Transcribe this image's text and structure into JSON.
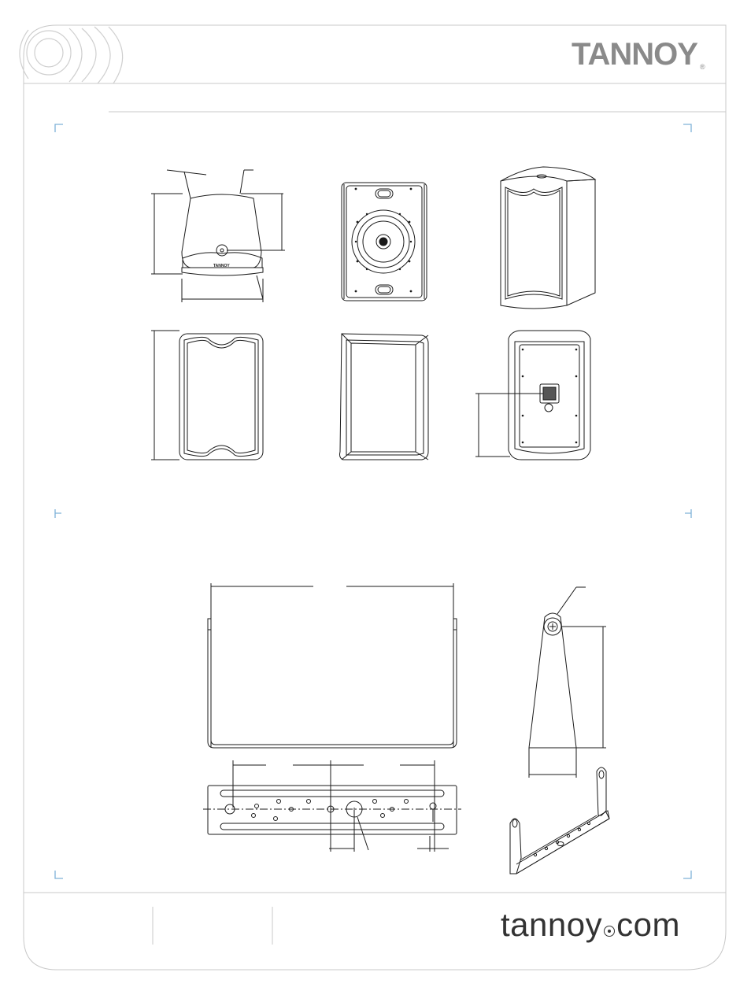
{
  "brand": {
    "logo_text": "TANNOY",
    "registered_mark": "®",
    "website_prefix": "tannoy",
    "website_suffix": "com"
  },
  "colors": {
    "frame_line": "#c8c8c8",
    "crop_mark": "#7fb2d8",
    "drawing_line": "#1a1a1a",
    "logo_gray": "#8a8a8a"
  },
  "drawings": {
    "speaker_views": [
      "top-view",
      "front-grille-removed-view",
      "perspective-view",
      "front-view",
      "side-view",
      "rear-view"
    ],
    "bracket_views": [
      "bracket-front-view",
      "bracket-plate-view",
      "bracket-side-arm-view",
      "bracket-perspective-view"
    ]
  }
}
